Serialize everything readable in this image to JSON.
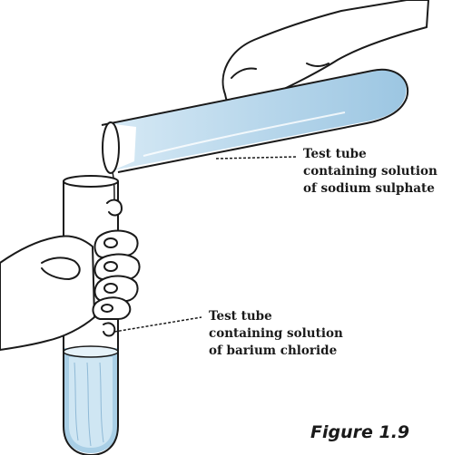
{
  "labels": {
    "sulphate_tube": [
      "Test tube",
      "containing solution",
      "of sodium sulphate"
    ],
    "chloride_tube": [
      "Test tube",
      "containing solution",
      "of barium chloride"
    ]
  },
  "caption": "Figure 1.9",
  "colors": {
    "liquid": "#a9cfe6",
    "liquid_light": "#cfe6f3",
    "outline": "#1a1a1a"
  }
}
